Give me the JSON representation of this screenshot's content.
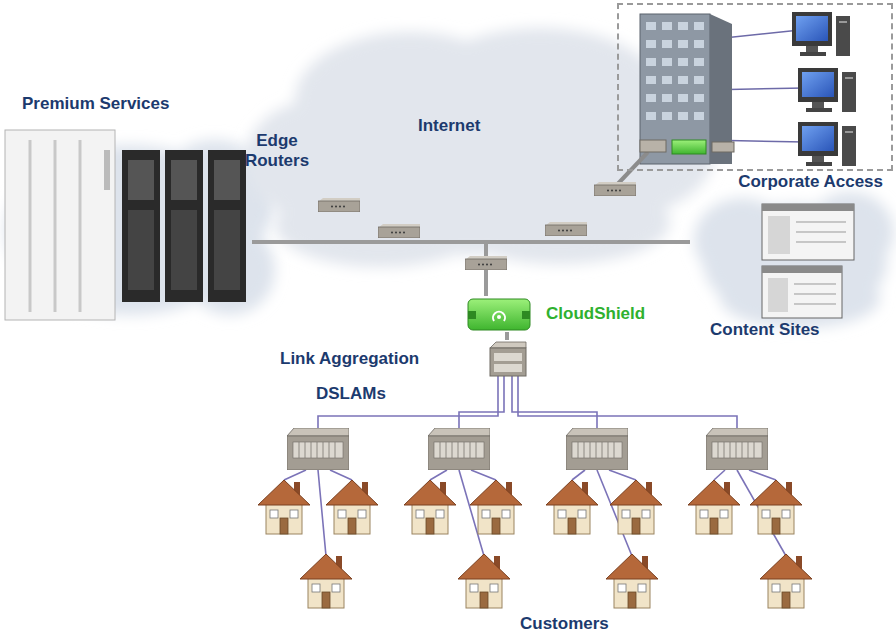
{
  "diagram": {
    "nodes": [
      {
        "text": [
          "Corporate Access"
        ]
      },
      {
        "text": [
          "Premium Services"
        ]
      },
      {
        "text": [
          "Internet"
        ]
      },
      {
        "text": [
          "Content Sites"
        ]
      },
      {
        "text": [
          "CloudShield"
        ]
      },
      {
        "text": [
          "Link Aggregation"
        ]
      }
    ],
    "edges": [
      {
        "from": 1,
        "to": 3,
        "arrow": "none"
      },
      {
        "from": 4,
        "to": 2,
        "arrow": "none"
      },
      {
        "from": 5,
        "to": 4,
        "arrow": "none"
      }
    ],
    "labels": [
      "Edge Routers",
      "DSLAMs",
      "Customers"
    ]
  }
}
